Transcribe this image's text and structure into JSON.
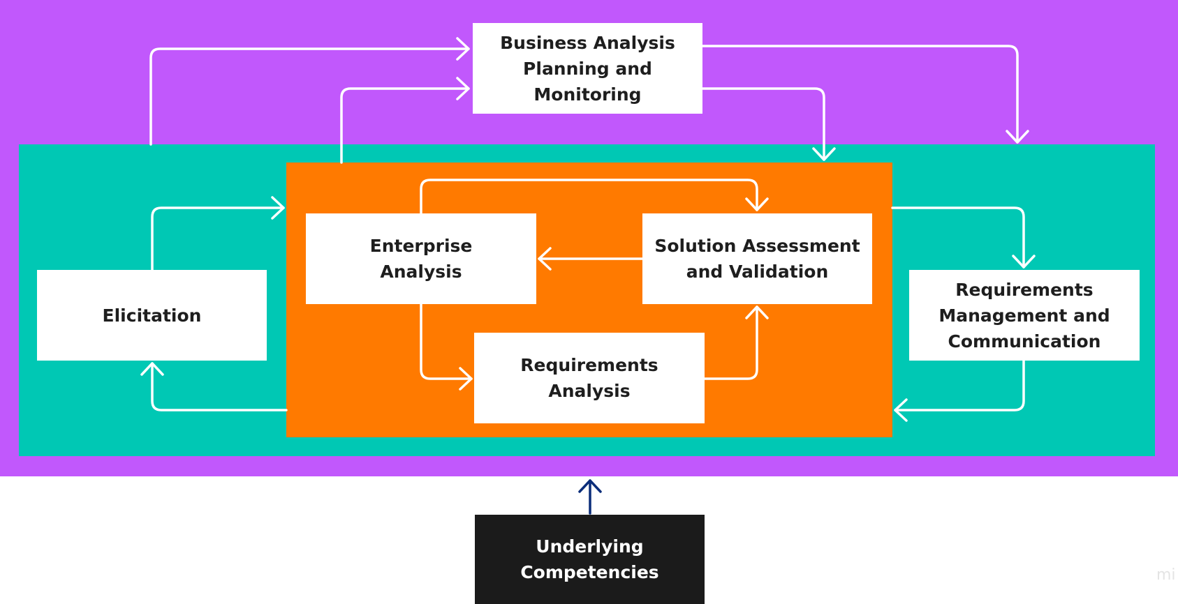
{
  "diagram": {
    "boxes": {
      "planning": "Business Analysis\nPlanning and\nMonitoring",
      "enterprise": "Enterprise\nAnalysis",
      "solution": "Solution Assessment\nand Validation",
      "requirements_analysis": "Requirements\nAnalysis",
      "elicitation": "Elicitation",
      "requirements_management": "Requirements\nManagement and\nCommunication",
      "competencies": "Underlying\nCompetencies"
    },
    "watermark": "mi",
    "colors": {
      "outer_background": "#c158fc",
      "middle_background": "#00c8b4",
      "inner_background": "#ff7a00",
      "box_background": "#ffffff",
      "competencies_background": "#1b1b1b",
      "arrow_white": "#ffffff",
      "arrow_navy": "#0b2d7a"
    }
  }
}
